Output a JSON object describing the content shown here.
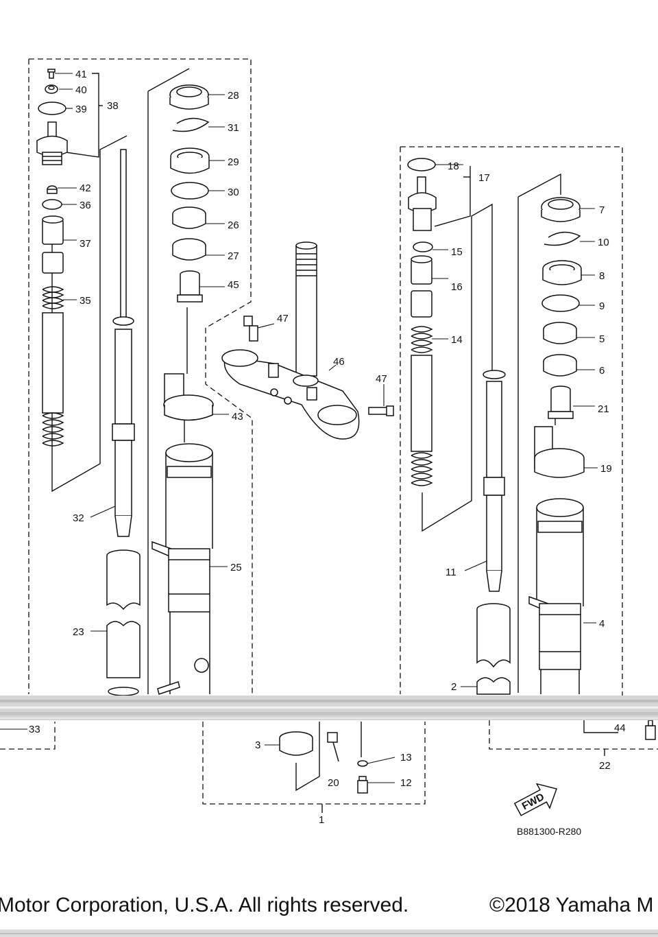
{
  "diagram": {
    "code": "B881300-R280",
    "fwd_label": "FWD",
    "callouts": [
      "41",
      "40",
      "39",
      "38",
      "42",
      "36",
      "37",
      "35",
      "32",
      "23",
      "33",
      "28",
      "31",
      "29",
      "30",
      "26",
      "27",
      "45",
      "43",
      "25",
      "47",
      "46",
      "47",
      "18",
      "17",
      "15",
      "16",
      "14",
      "11",
      "2",
      "7",
      "10",
      "8",
      "9",
      "5",
      "6",
      "21",
      "19",
      "4",
      "44",
      "22",
      "3",
      "20",
      "13",
      "12",
      "1"
    ]
  },
  "footer": {
    "left": "Motor Corporation, U.S.A. All rights reserved.",
    "right": "©2018 Yamaha M"
  },
  "colors": {
    "line": "#111111",
    "part_fill": "#ffffff",
    "shade": "#cfcfcf"
  }
}
